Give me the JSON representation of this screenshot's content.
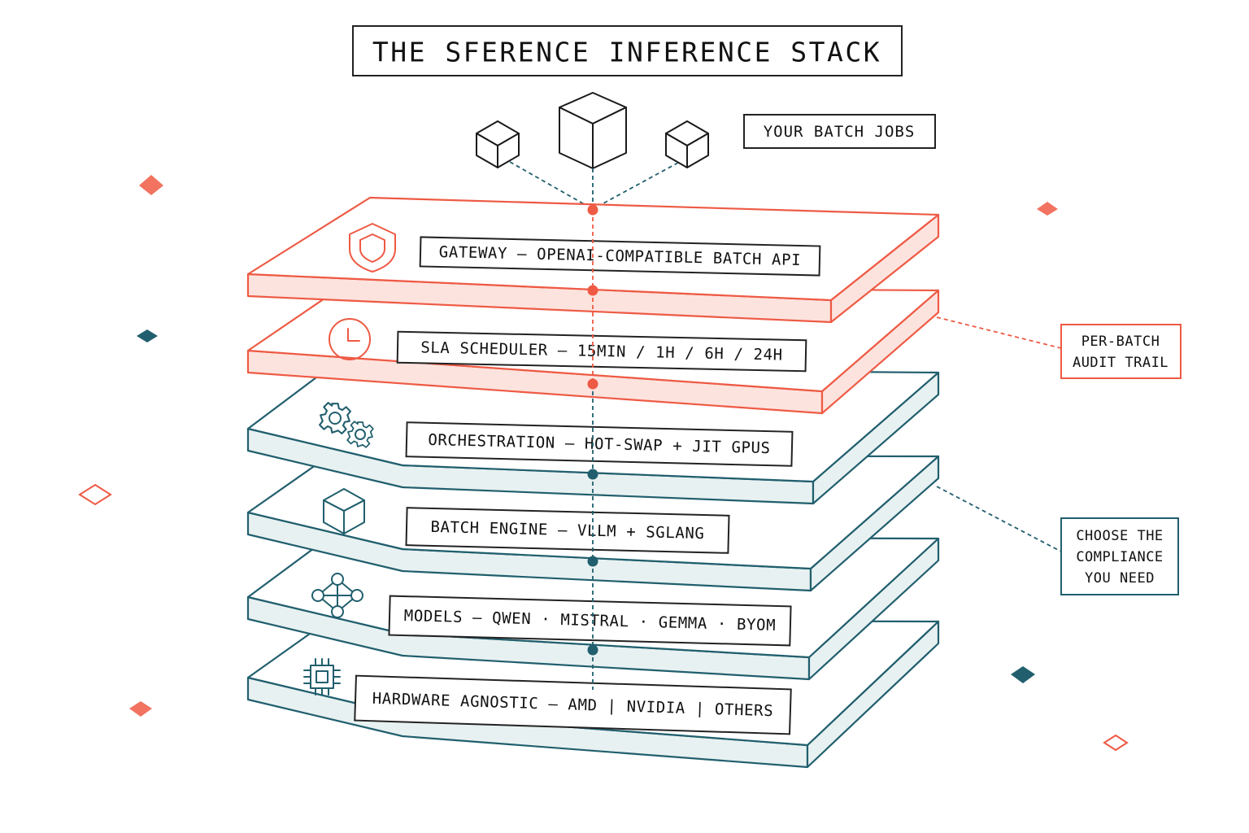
{
  "title": "THE SFERENCE INFERENCE STACK",
  "jobs_label": "YOUR BATCH JOBS",
  "colors": {
    "orange_stroke": "#ee5a44",
    "orange_fill": "#fde3de",
    "teal_stroke": "#215f6e",
    "teal_fill": "#e8f1f1",
    "text": "#111111",
    "box_stroke": "#222222",
    "background": "#ffffff"
  },
  "layers": [
    {
      "label": "GATEWAY — OPENAI-COMPATIBLE BATCH API",
      "icon": "shield-icon",
      "theme": "orange"
    },
    {
      "label": "SLA SCHEDULER — 15MIN / 1H / 6H / 24H",
      "icon": "clock-icon",
      "theme": "orange"
    },
    {
      "label": "ORCHESTRATION — HOT-SWAP + JIT GPUS",
      "icon": "gears-icon",
      "theme": "teal"
    },
    {
      "label": "BATCH ENGINE — VLLM + SGLANG",
      "icon": "cube-icon",
      "theme": "teal"
    },
    {
      "label": "MODELS — QWEN · MISTRAL · GEMMA · BYOM",
      "icon": "network-icon",
      "theme": "teal"
    },
    {
      "label": "HARDWARE AGNOSTIC — AMD | NVIDIA | OTHERS",
      "icon": "chip-icon",
      "theme": "teal"
    }
  ],
  "callouts": {
    "audit": {
      "line1": "PER-BATCH",
      "line2": "AUDIT TRAIL",
      "theme": "orange"
    },
    "compliance": {
      "line1": "CHOOSE THE",
      "line2": "COMPLIANCE",
      "line3": "YOU NEED",
      "theme": "teal"
    }
  }
}
